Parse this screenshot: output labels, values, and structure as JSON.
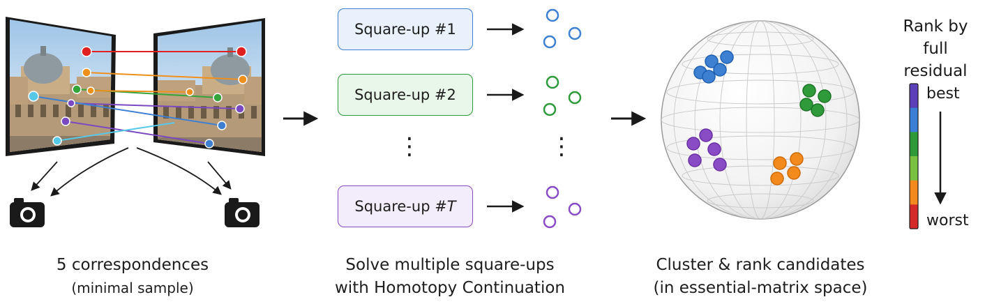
{
  "captions": {
    "left_line1": "5 correspondences",
    "left_line2": "(minimal sample)",
    "middle_line1": "Solve multiple square-ups",
    "middle_line2": "with Homotopy Continuation",
    "right_line1": "Cluster & rank candidates",
    "right_line2": "(in essential-matrix space)"
  },
  "squareups": [
    {
      "prefix": "Square-up #",
      "suffix": "1",
      "color": "#3d7fd1",
      "fill": "#e8f1fc"
    },
    {
      "prefix": "Square-up #",
      "suffix": "2",
      "color": "#2e9a3a",
      "fill": "#e9f6ea"
    },
    {
      "prefix": "Square-up #",
      "suffix": "T",
      "color": "#8a4cc4",
      "fill": "#f3ecfb"
    }
  ],
  "ellipsis": "⋮",
  "rank": {
    "title_line1": "Rank by",
    "title_line2": "full residual",
    "best": "best",
    "worst": "worst",
    "colors": [
      "#5a3fb8",
      "#3a7fd5",
      "#2e9a3a",
      "#7ac143",
      "#f28a1e",
      "#d42a2a"
    ]
  },
  "correspondence_colors": [
    "#e02020",
    "#f0901c",
    "#34a53a",
    "#3d7fd1",
    "#7a48c0",
    "#57c8e8"
  ],
  "cluster_colors": {
    "blue": "#3d7fd1",
    "green": "#2e9a3a",
    "purple": "#8a4cc4",
    "orange": "#f28a1e"
  },
  "icons": [
    "camera-icon",
    "arrow-right-icon"
  ]
}
